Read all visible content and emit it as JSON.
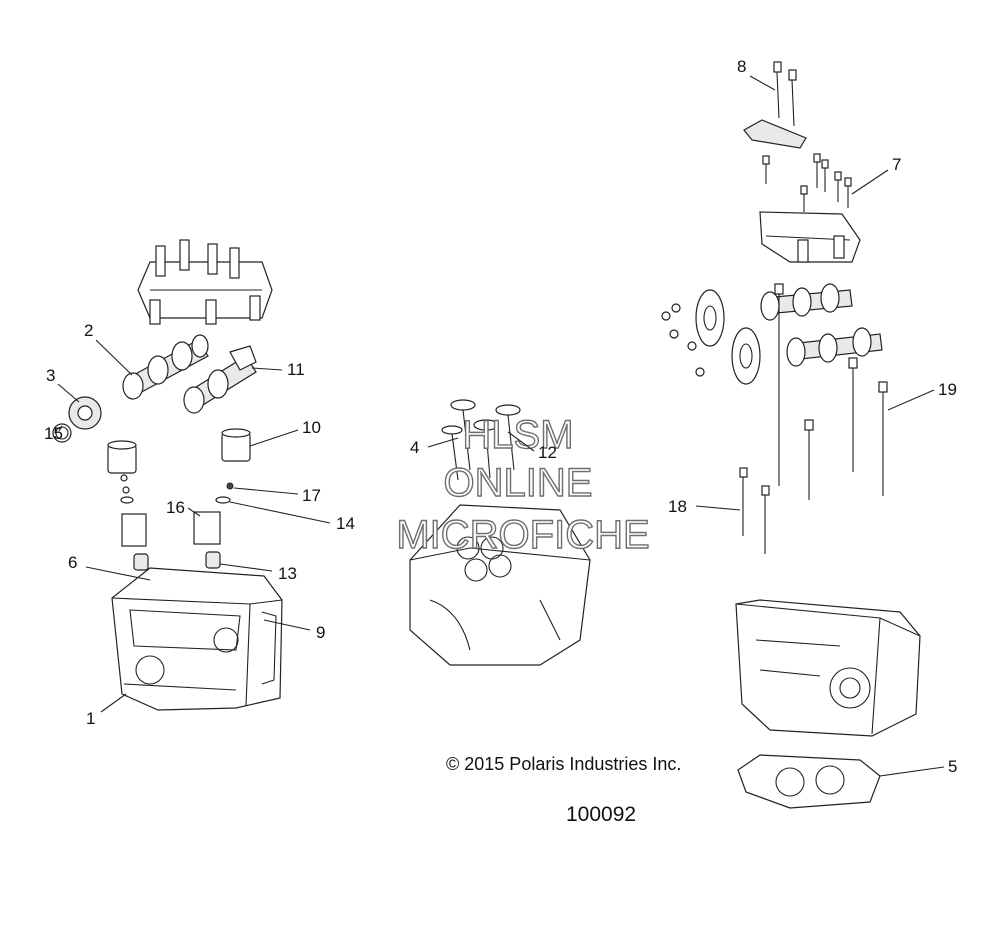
{
  "callouts": [
    {
      "id": "1",
      "label": "1"
    },
    {
      "id": "2",
      "label": "2"
    },
    {
      "id": "3",
      "label": "3"
    },
    {
      "id": "4",
      "label": "4"
    },
    {
      "id": "5",
      "label": "5"
    },
    {
      "id": "6",
      "label": "6"
    },
    {
      "id": "7",
      "label": "7"
    },
    {
      "id": "8",
      "label": "8"
    },
    {
      "id": "9",
      "label": "9"
    },
    {
      "id": "10",
      "label": "10"
    },
    {
      "id": "11",
      "label": "11"
    },
    {
      "id": "12",
      "label": "12"
    },
    {
      "id": "13",
      "label": "13"
    },
    {
      "id": "14",
      "label": "14"
    },
    {
      "id": "15",
      "label": "15"
    },
    {
      "id": "16",
      "label": "16"
    },
    {
      "id": "17",
      "label": "17"
    },
    {
      "id": "18",
      "label": "18"
    },
    {
      "id": "19",
      "label": "19"
    }
  ],
  "watermark": {
    "line1": "HLSM",
    "line2": "ONLINE",
    "line3": "MICROFICHE"
  },
  "copyright": "© 2015 Polaris Industries Inc.",
  "diagram_id": "100092",
  "colors": {
    "line": "#222222",
    "watermark_outline": "#6f6f6f",
    "background": "#ffffff"
  }
}
